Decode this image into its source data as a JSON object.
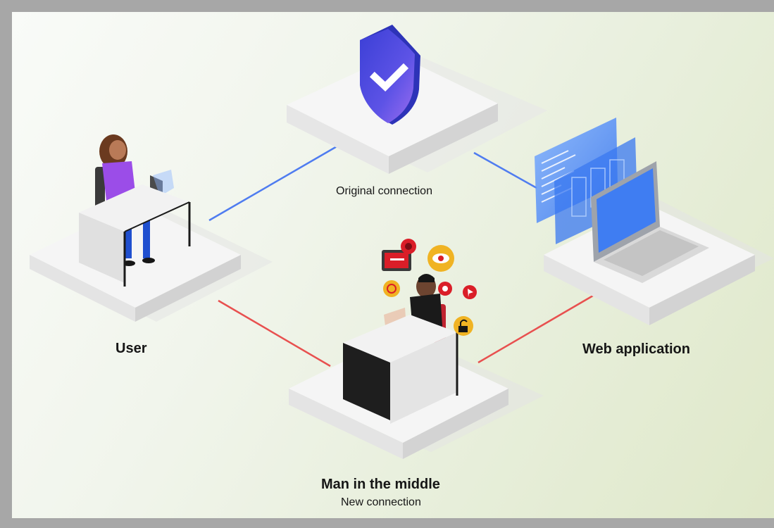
{
  "diagram": {
    "labels": {
      "original_connection": "Original connection",
      "user": "User",
      "web_application": "Web application",
      "man_in_the_middle": "Man in the middle",
      "new_connection": "New connection"
    },
    "colors": {
      "original_link": "#4f7cf0",
      "new_link": "#e8504f",
      "platform_top": "#f4f4f4",
      "platform_side": "#dcdcdc",
      "shield": "#5a5ee8",
      "user_shirt": "#9b4de8",
      "attacker_shirt": "#1a1a1a",
      "threat_icon": "#f0b323",
      "alert_red": "#da1e28"
    },
    "icons": [
      "shield-check-icon",
      "laptop-icon",
      "code-window-icon",
      "bug-icon",
      "eye-icon",
      "lock-open-icon",
      "alert-icon",
      "cursor-icon",
      "block-icon"
    ]
  }
}
